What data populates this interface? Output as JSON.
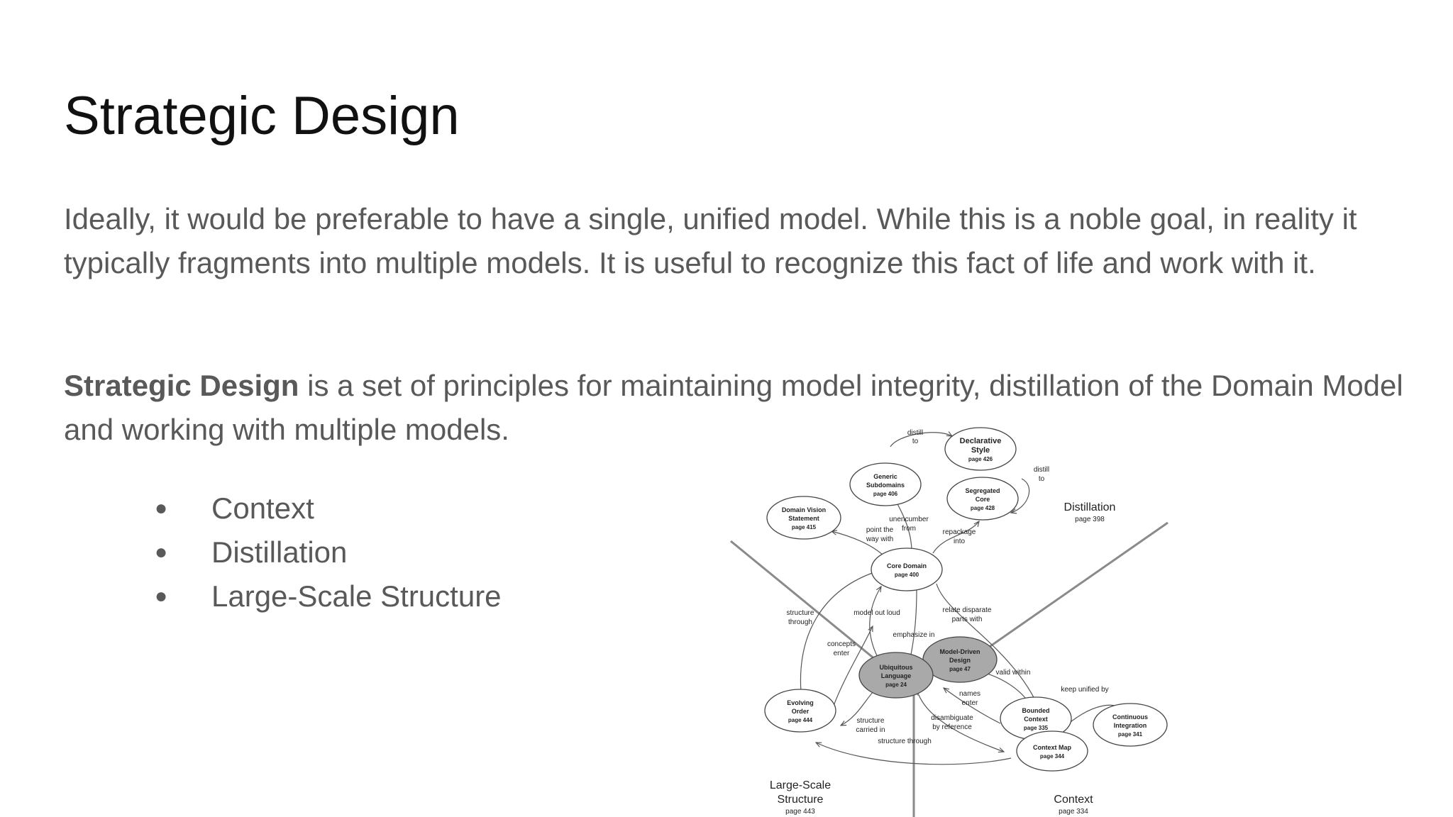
{
  "slide": {
    "title": "Strategic Design",
    "paragraph1": "Ideally, it would be preferable to have a single, unified model. While this is a noble goal, in reality it typically fragments into multiple models. It is useful to recognize this fact of life and work with it.",
    "paragraph2_bold": "Strategic Design",
    "paragraph2_rest": " is a set of principles for maintaining model integrity, distillation of the Domain Model and working with multiple models.",
    "bullets": [
      "Context",
      "Distillation",
      "Large-Scale Structure"
    ],
    "bullet_glyph": "●"
  },
  "diagram": {
    "regions": {
      "distillation": {
        "name": "Distillation",
        "page": "page 398"
      },
      "large_scale": {
        "name_line1": "Large-Scale",
        "name_line2": "Structure",
        "page": "page 443"
      },
      "context": {
        "name": "Context",
        "page": "page 334"
      }
    },
    "nodes": {
      "declarative_style": {
        "line1": "Declarative",
        "line2": "Style",
        "page": "page 426"
      },
      "generic_subdomains": {
        "line1": "Generic",
        "line2": "Subdomains",
        "page": "page 406"
      },
      "segregated_core": {
        "line1": "Segregated",
        "line2": "Core",
        "page": "page 428"
      },
      "domain_vision": {
        "line1": "Domain Vision",
        "line2": "Statement",
        "page": "page 415"
      },
      "core_domain": {
        "line1": "Core Domain",
        "page": "page 400"
      },
      "ubiquitous_language": {
        "line1": "Ubiquitous",
        "line2": "Language",
        "page": "page 24"
      },
      "model_driven_design": {
        "line1": "Model-Driven",
        "line2": "Design",
        "page": "page 47"
      },
      "evolving_order": {
        "line1": "Evolving",
        "line2": "Order",
        "page": "page 444"
      },
      "bounded_context": {
        "line1": "Bounded",
        "line2": "Context",
        "page": "page 335"
      },
      "continuous_integration": {
        "line1": "Continuous",
        "line2": "Integration",
        "page": "page 341"
      },
      "context_map": {
        "line1": "Context Map",
        "page": "page 344"
      }
    },
    "edge_labels": {
      "distill_to_top_1": "distill",
      "distill_to_top_2": "to",
      "distill_to_right_1": "distill",
      "distill_to_right_2": "to",
      "unencumber_1": "unencumber",
      "unencumber_2": "from",
      "point_the_way_1": "point the",
      "point_the_way_2": "way with",
      "repackage_1": "repackage",
      "repackage_2": "into",
      "structure_through_1": "structure",
      "structure_through_2": "through",
      "model_out_loud": "model out loud",
      "relate_disparate_1": "relate disparate",
      "relate_disparate_2": "parts with",
      "emphasize_in": "emphasize in",
      "concepts_enter_1": "concepts",
      "concepts_enter_2": "enter",
      "valid_within": "valid within",
      "keep_unified_by": "keep unified by",
      "names_enter_1": "names",
      "names_enter_2": "enter",
      "structure_carried_1": "structure",
      "structure_carried_2": "carried in",
      "disambiguate_1": "disambiguate",
      "disambiguate_2": "by reference",
      "structure_through_bottom": "structure through"
    }
  }
}
